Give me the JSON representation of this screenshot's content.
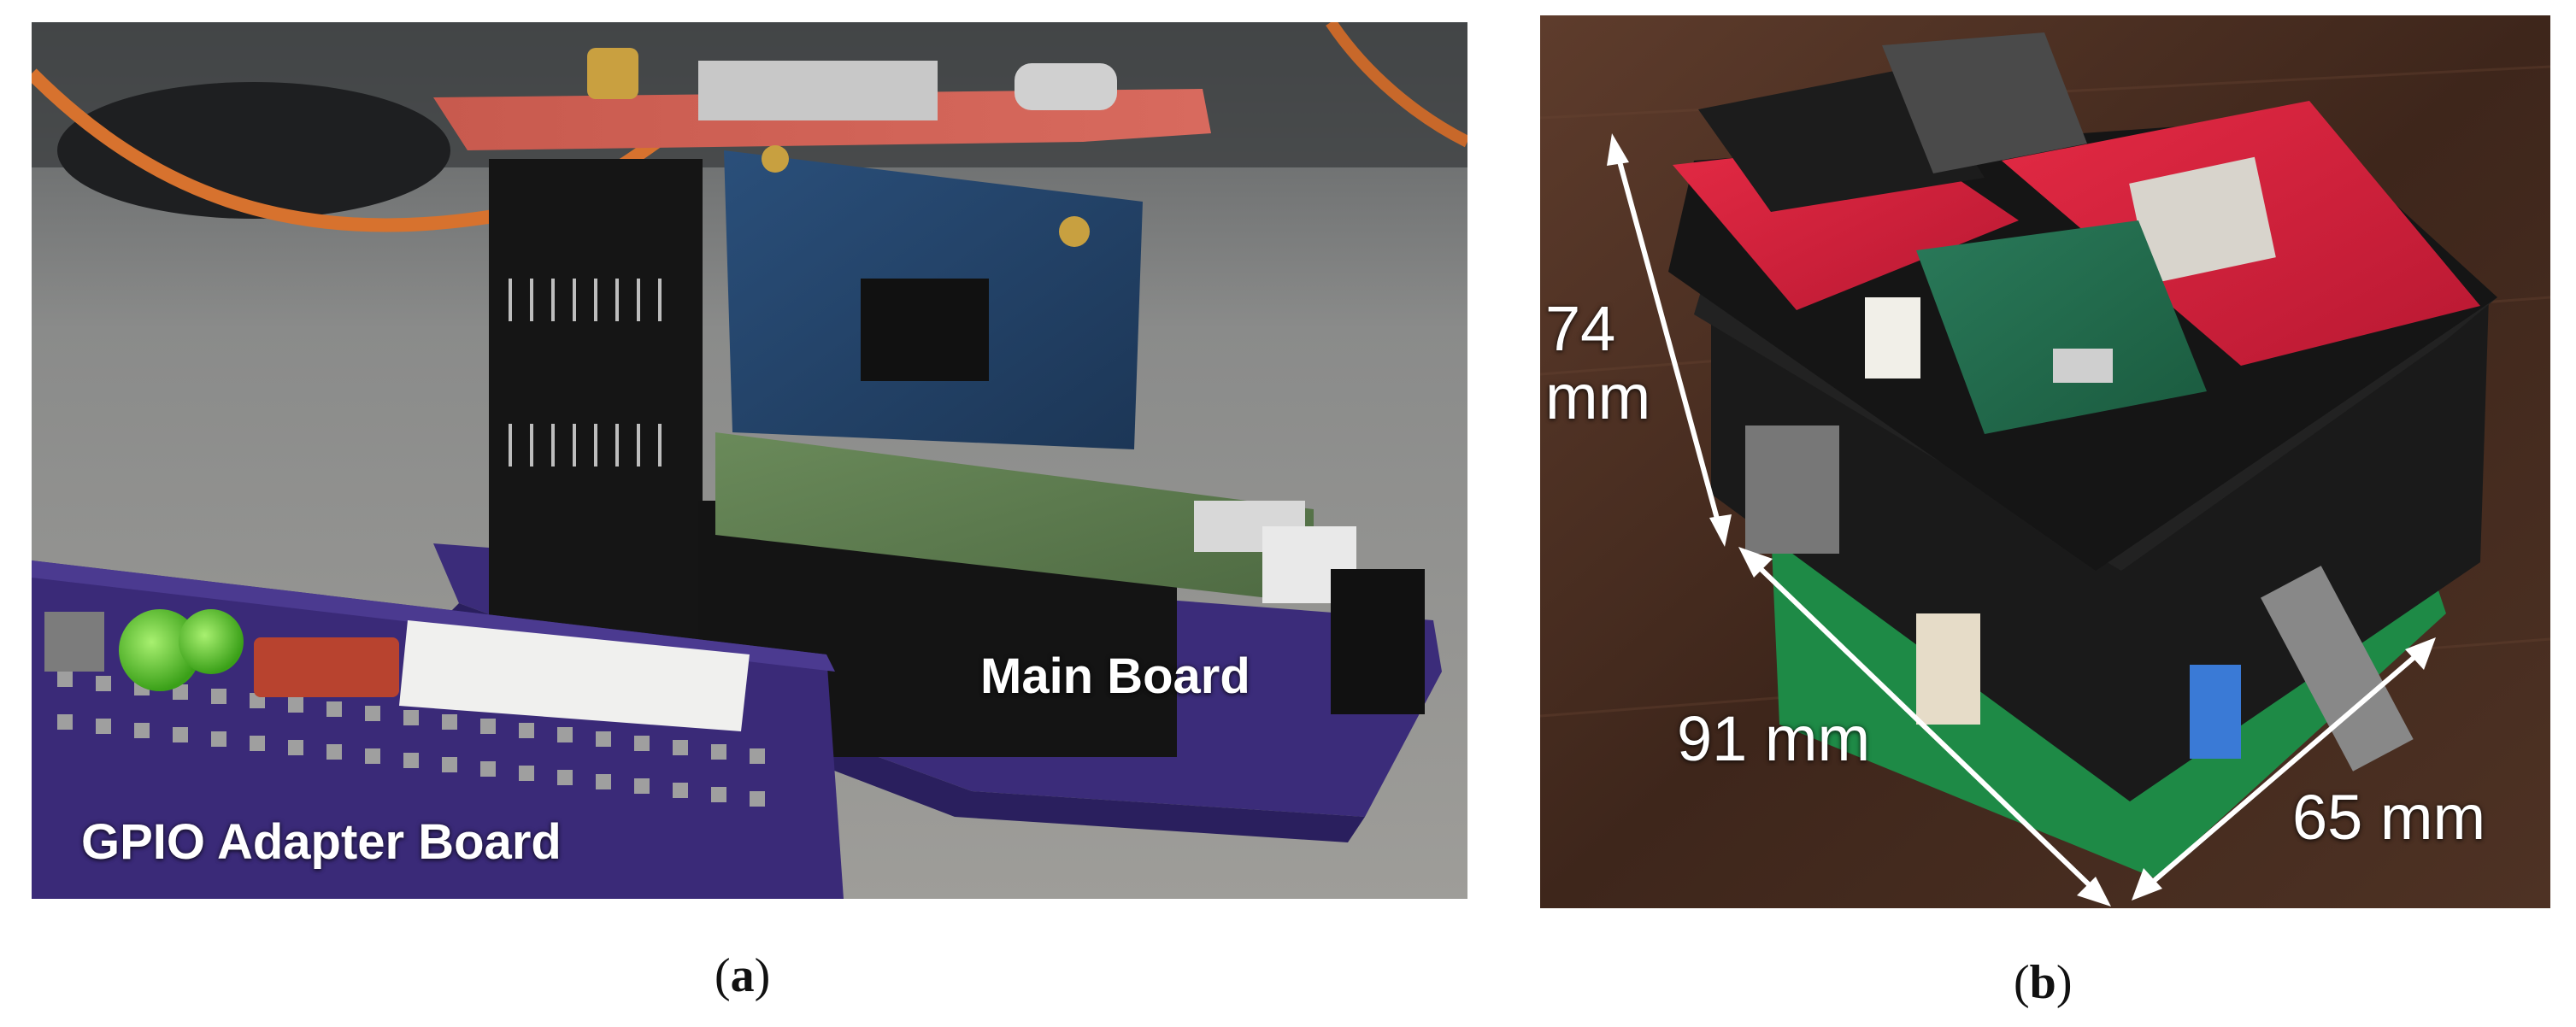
{
  "panels": [
    {
      "caption_letter": "a",
      "labels": {
        "main_board": "Main Board",
        "gpio_adapter": "GPIO Adapter Board"
      }
    },
    {
      "caption_letter": "b",
      "dimensions": {
        "height": "74",
        "height_unit": "mm",
        "length": "91 mm",
        "width": "65 mm"
      }
    }
  ]
}
